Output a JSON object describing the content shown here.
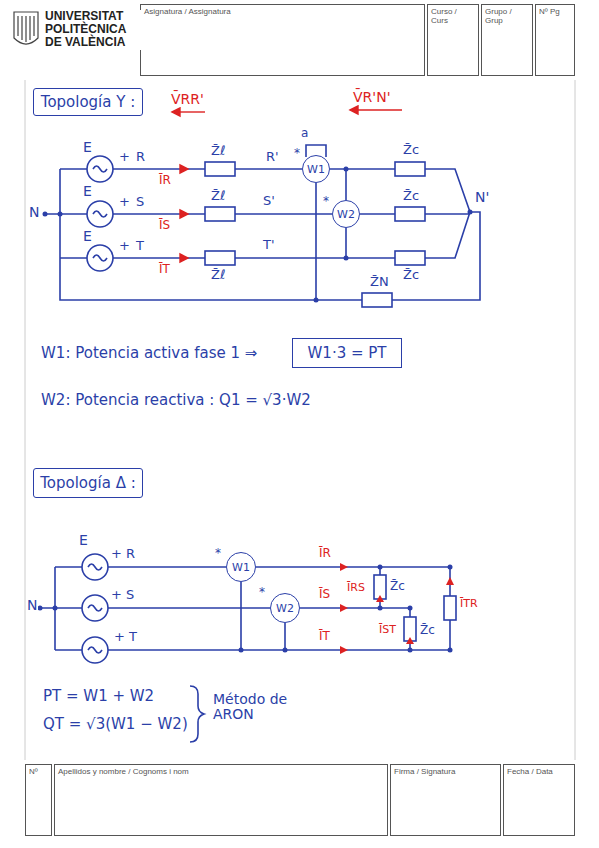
{
  "diagram": {
    "nodes": [
      {
        "text": [
          "Asignatura / Assignatura"
        ]
      },
      {
        "text": [
          "Curso / Curs"
        ]
      },
      {
        "text": [
          "Grupo / Grup"
        ]
      },
      {
        "text": [
          "Nº Pg"
        ]
      },
      {
        "text": [
          "Topología Y :"
        ]
      },
      {
        "text": [
          "W1"
        ]
      },
      {
        "text": [
          "W2"
        ]
      },
      {
        "text": [
          "W1·3 = PT"
        ]
      },
      {
        "text": [
          "Topología Δ :"
        ]
      },
      {
        "text": [
          "W1"
        ]
      },
      {
        "text": [
          "W2"
        ]
      },
      {
        "text": [
          "Nº"
        ]
      },
      {
        "text": [
          "Apellidos y nombre / Cognoms i nom"
        ]
      },
      {
        "text": [
          "Firma / Signatura"
        ]
      },
      {
        "text": [
          "Fecha / Data"
        ]
      }
    ],
    "labels": [
      "UNIVERSITAT POLITÈCNICA DE VALÈNCIA",
      "V̄RR'",
      "V̄R'N'",
      "E",
      "+",
      "R",
      "Z̄ℓ",
      "R'",
      "a",
      "*",
      "Z̄c",
      "ĪR",
      "E",
      "+",
      "S",
      "Z̄ℓ",
      "S'",
      "*",
      "Z̄c",
      "ĪS",
      "E",
      "+",
      "T",
      "Z̄ℓ",
      "T'",
      "ĪT",
      "Z̄c",
      "N",
      "N'",
      "Z̄N",
      "W1: Potencia activa fase 1 ⇒",
      "W2: Potencia reactiva : Q1 = √3·W2",
      "E",
      "+",
      "R",
      "+",
      "S",
      "+",
      "T",
      "N",
      "*",
      "*",
      "ĪR",
      "ĪS",
      "ĪT",
      "Z̄c",
      "ĪRS",
      "ĪST",
      "ĪTR",
      "Z̄c",
      "PT = W1 + W2",
      "QT = √3(W1 − W2)",
      "Método de ARON"
    ]
  }
}
